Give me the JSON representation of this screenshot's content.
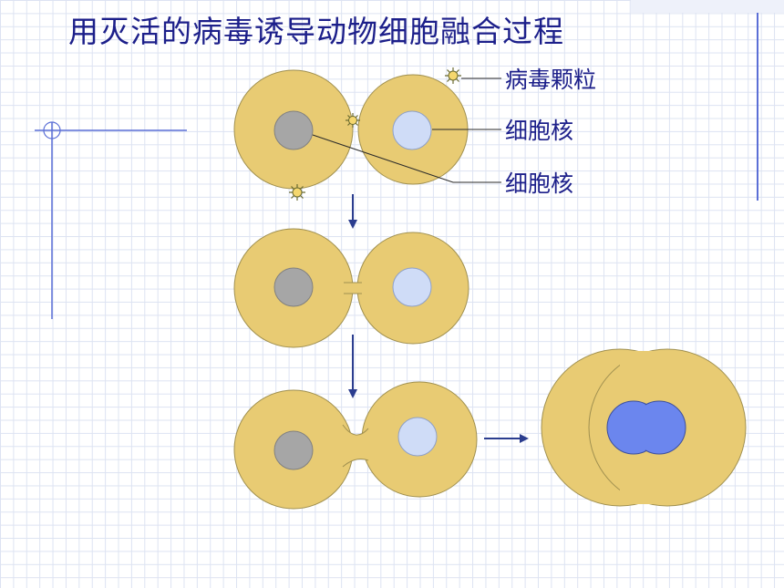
{
  "title": "用灭活的病毒诱导动物细胞融合过程",
  "labels": {
    "virus": "病毒颗粒",
    "nucleus_top": "细胞核",
    "nucleus_bottom": "细胞核"
  },
  "colors": {
    "cytoplasm": "#e8cb73",
    "nucleus_grey": "#a6a6a6",
    "nucleus_light": "#cfdcf7",
    "nucleus_fused": "#6b86ee",
    "accent_line": "#5b6fd6",
    "title": "#1c1f8a",
    "arrow": "#2b3d8f"
  }
}
